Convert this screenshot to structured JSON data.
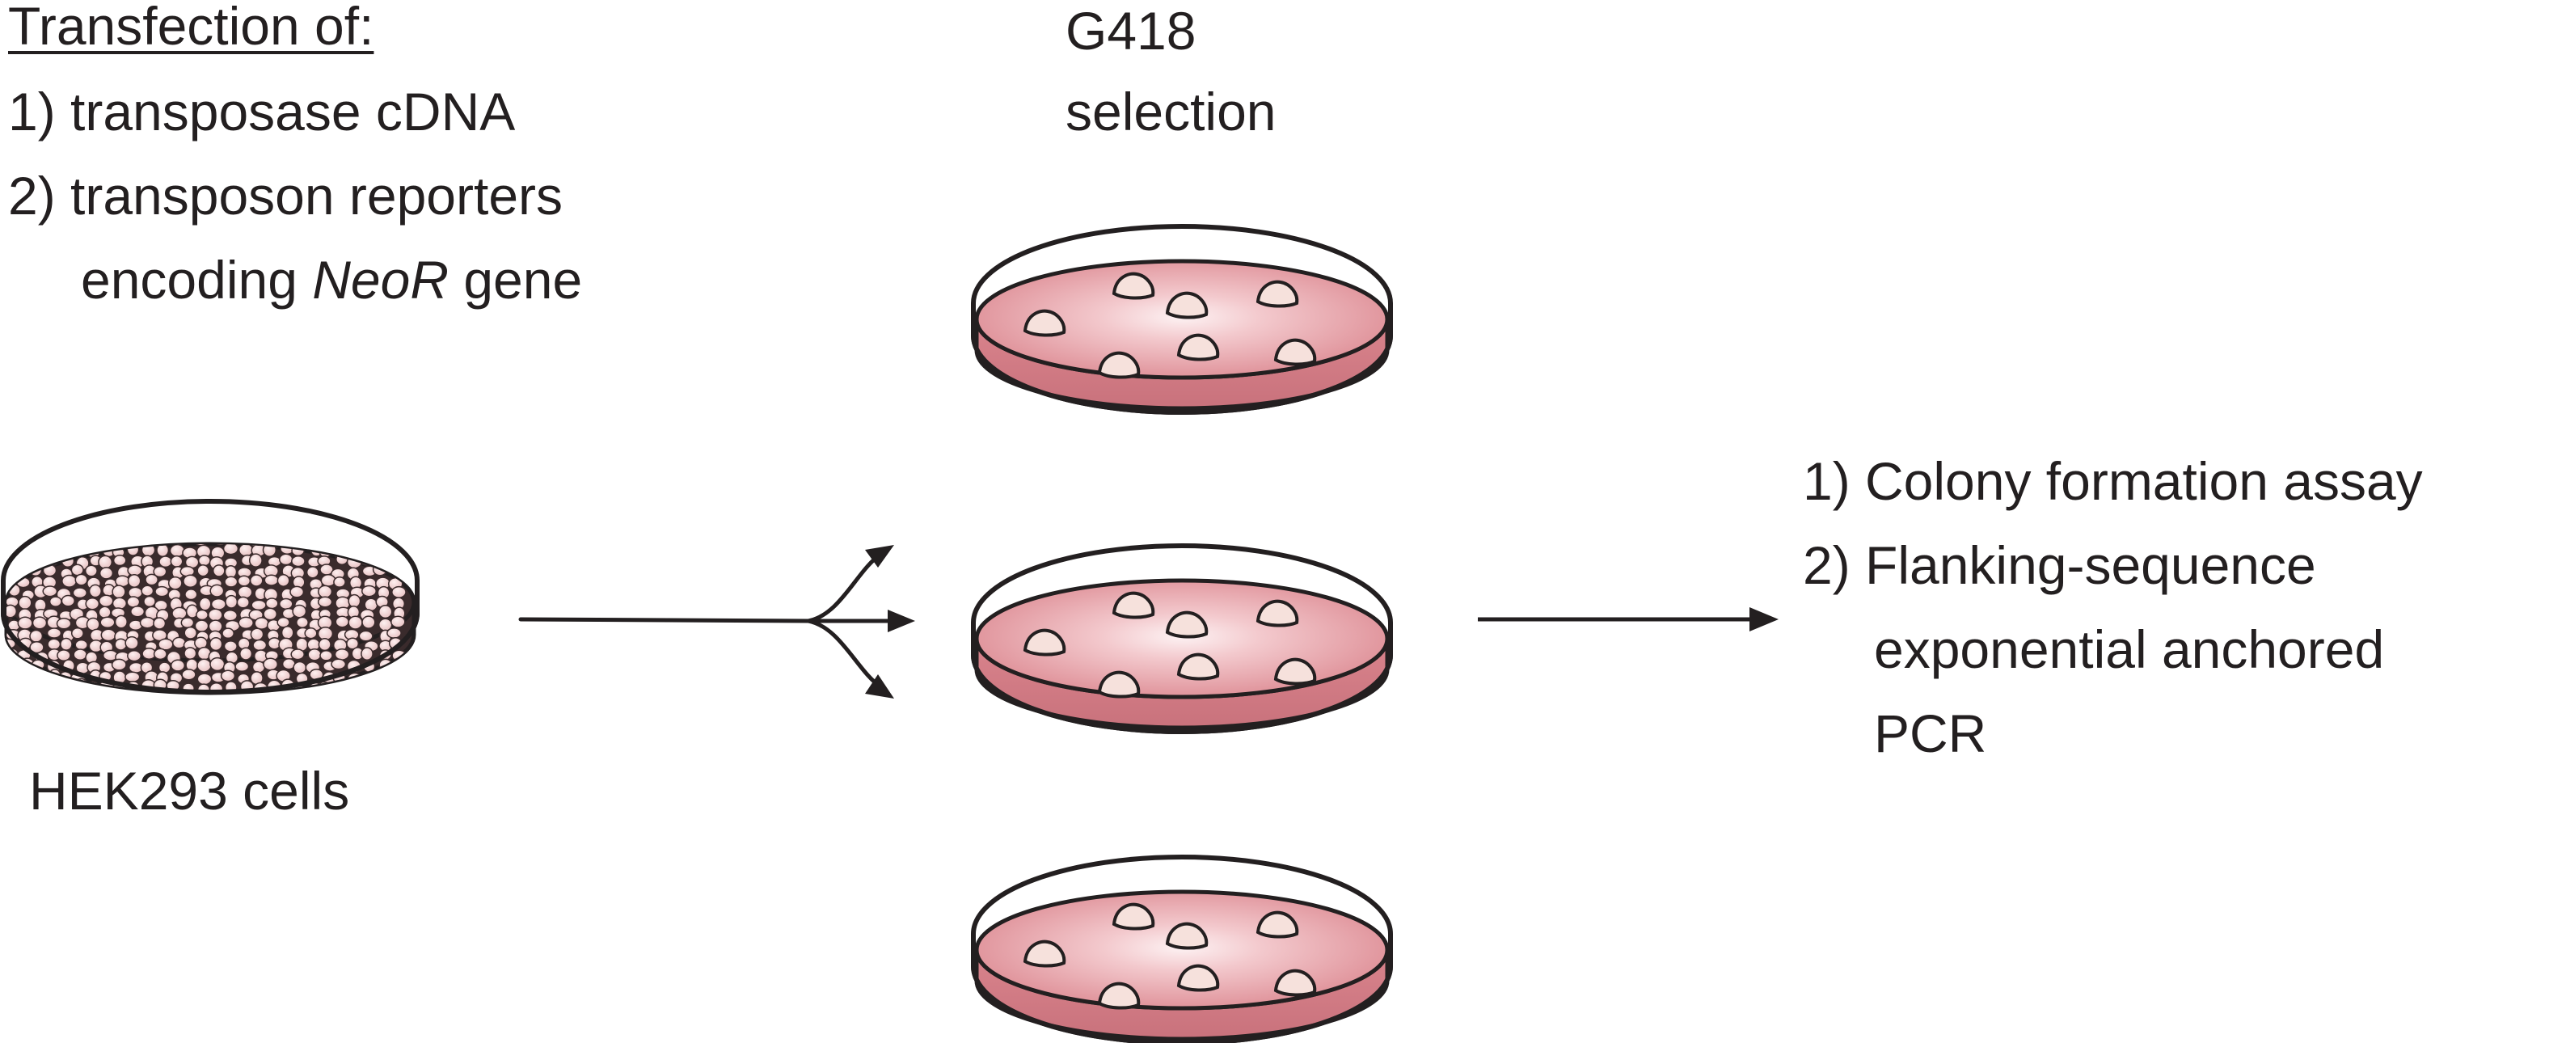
{
  "transfection": {
    "heading": "Transfection of:",
    "item1": "1) transposase cDNA",
    "item2": "2) transposon reporters",
    "item2_cont_prefix": "encoding ",
    "item2_cont_gene": "NeoR",
    "item2_cont_suffix": " gene"
  },
  "source": {
    "label": "HEK293 cells"
  },
  "selection": {
    "line1": "G418",
    "line2": "selection"
  },
  "outcomes": {
    "item1": "1) Colony formation assay",
    "item2": "2) Flanking-sequence",
    "item2_cont1": "exponential anchored",
    "item2_cont2": "PCR"
  },
  "colors": {
    "stroke": "#231f20",
    "medium": "#de8e96",
    "medium_light": "#f9e4e6",
    "colony": "#f6e1dc",
    "cell": "#f3d6d6"
  }
}
